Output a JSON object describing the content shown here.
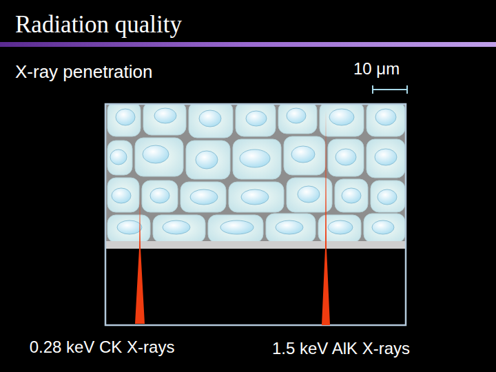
{
  "diagram": {
    "title": "Radiation quality",
    "labels": [
      "X-ray penetration",
      "10 μm",
      "0.28 keV CK X-rays",
      "1.5 keV AlK X-rays"
    ]
  }
}
